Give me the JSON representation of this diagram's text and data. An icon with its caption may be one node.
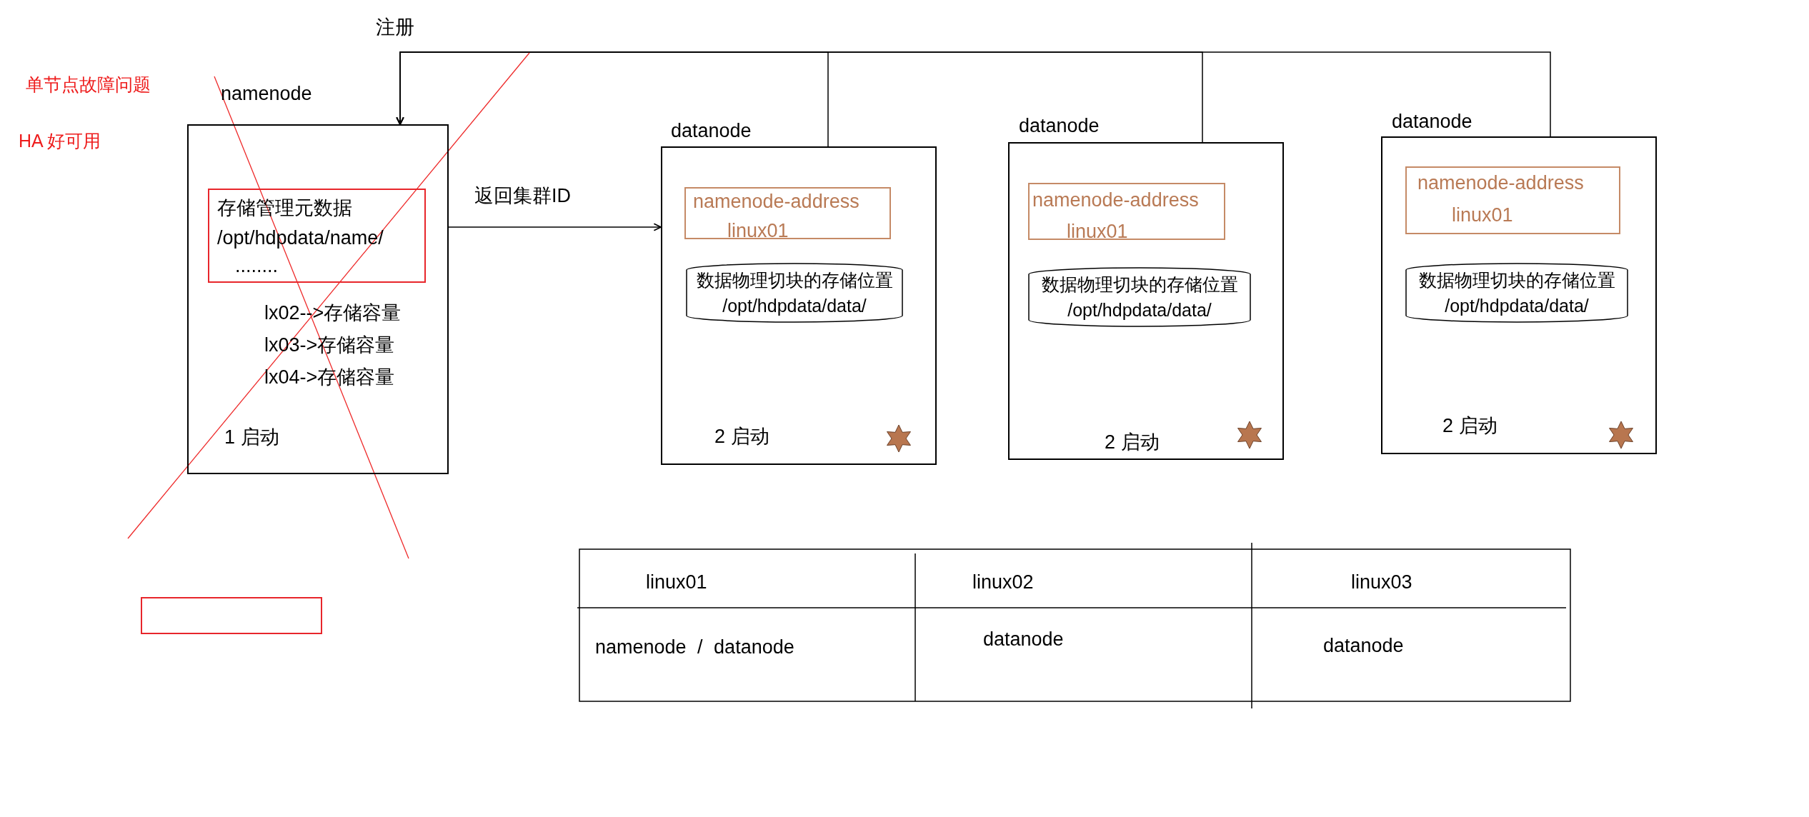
{
  "diagram": {
    "nodes": [
      {
        "text": [
          "namenode",
          "lx02-->存储容量",
          "lx03->存储容量",
          "lx04->存储容量",
          "1 启动"
        ]
      },
      {
        "text": [
          "存储管理元数据",
          "/opt/hdpdata/name/",
          "........"
        ],
        "in": 0
      },
      {
        "text": [
          "datanode",
          "2 启动"
        ]
      },
      {
        "text": [
          "namenode-address",
          "linux01"
        ],
        "in": 2
      },
      {
        "text": [
          "数据物理切块的存储位置",
          "/opt/hdpdata/data/"
        ],
        "in": 2
      },
      {
        "text": [
          "datanode",
          "2 启动"
        ]
      },
      {
        "text": [
          "namenode-address",
          "linux01"
        ],
        "in": 5
      },
      {
        "text": [
          "数据物理切块的存储位置",
          "/opt/hdpdata/data/"
        ],
        "in": 5
      },
      {
        "text": [
          "datanode",
          "2 启动"
        ]
      },
      {
        "text": [
          "namenode-address",
          "linux01"
        ],
        "in": 8
      },
      {
        "text": [
          "数据物理切块的存储位置",
          "/opt/hdpdata/data/"
        ],
        "in": 8
      },
      {
        "text": [],
        "shape": "box"
      }
    ],
    "edges": [
      {
        "from": 2,
        "to": 0,
        "arrow": "to",
        "label": "注册"
      },
      {
        "from": 5,
        "to": 0,
        "arrow": "to"
      },
      {
        "from": 8,
        "to": 0,
        "arrow": "to"
      },
      {
        "from": 0,
        "to": 2,
        "arrow": "to",
        "label": "返回集群ID"
      }
    ],
    "labels": [
      "单节点故障问题",
      "HA 好可用",
      "linux01",
      "linux02",
      "linux03",
      "namenode / datanode",
      "datanode",
      "datanode"
    ]
  }
}
